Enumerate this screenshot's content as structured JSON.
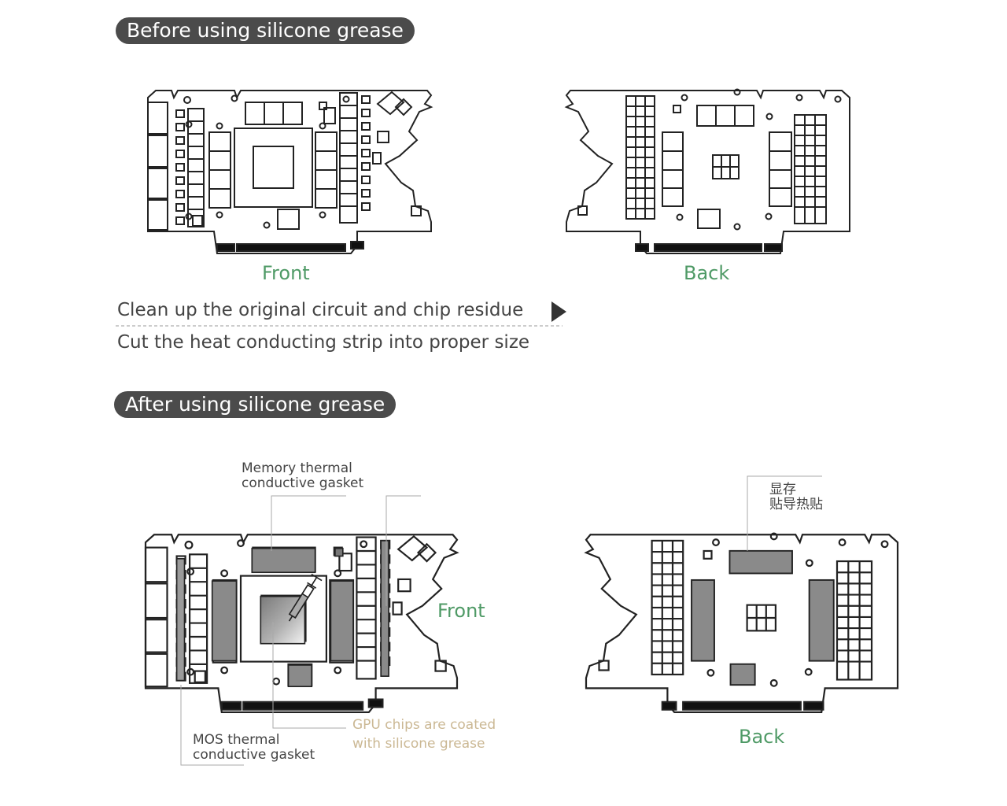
{
  "colors": {
    "pill_bg": "#4b4b4b",
    "label_green": "#4f9a66",
    "callout_tan": "#cbb894",
    "pad_gray": "#8a8a8a",
    "outline": "#222222"
  },
  "before": {
    "title": "Before using silicone grease",
    "front_label": "Front",
    "back_label": "Back"
  },
  "steps": [
    "Clean up the original circuit and chip residue",
    "Cut the heat conducting strip into proper size"
  ],
  "after": {
    "title": "After using silicone grease",
    "front_label": "Front",
    "back_label": "Back",
    "callouts": {
      "memory_line1": "Memory thermal",
      "memory_line2": "conductive gasket",
      "gpu_line1": "GPU chips are coated",
      "gpu_line2": "with silicone grease",
      "mos_line1": "MOS thermal",
      "mos_line2": "conductive gasket",
      "back_cn_line1": "显存",
      "back_cn_line2": "贴导热贴"
    }
  }
}
